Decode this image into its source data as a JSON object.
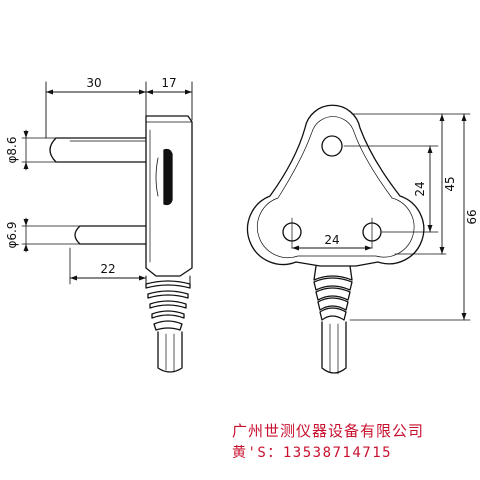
{
  "side_view": {
    "dim_top_left": "30",
    "dim_top_right": "17",
    "dim_pin_upper": "φ8.6",
    "dim_pin_lower": "φ6.9",
    "dim_pin_length": "22"
  },
  "front_view": {
    "dim_24_vertical": "24",
    "dim_45": "45",
    "dim_66": "66",
    "dim_24_horizontal": "24"
  },
  "caption": {
    "company": "广州世测仪器设备有限公司",
    "contact": "黄'S：13538714715"
  },
  "colors": {
    "line": "#111111",
    "caption": "#c8102e"
  }
}
